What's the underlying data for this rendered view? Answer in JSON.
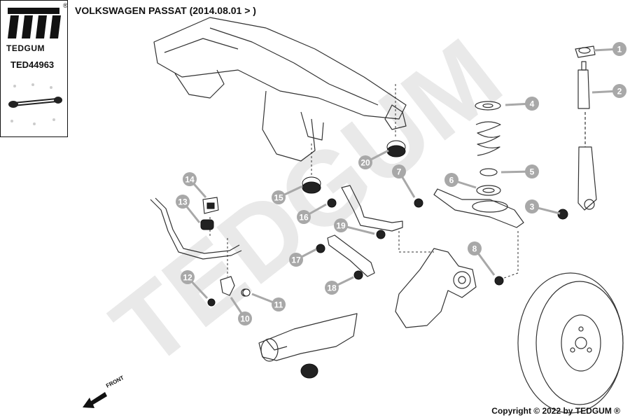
{
  "header": {
    "title": "VOLKSWAGEN PASSAT (2014.08.01 > )",
    "brand": "TEDGUM",
    "registered_mark": "®",
    "part_number": "TED44963"
  },
  "footer": {
    "copyright": "Copyright © 2022 by TEDGUM ®",
    "front_label": "FRONT"
  },
  "watermark": {
    "text": "TEDGUM"
  },
  "callouts": [
    "1",
    "2",
    "3",
    "4",
    "5",
    "6",
    "7",
    "8",
    "10",
    "11",
    "12",
    "13",
    "14",
    "15",
    "16",
    "17",
    "18",
    "19",
    "20"
  ],
  "colors": {
    "callout_circle": "#a8a8a8",
    "line_art": "#333333",
    "watermark": "#e8e8e8",
    "logo": "#111111"
  }
}
